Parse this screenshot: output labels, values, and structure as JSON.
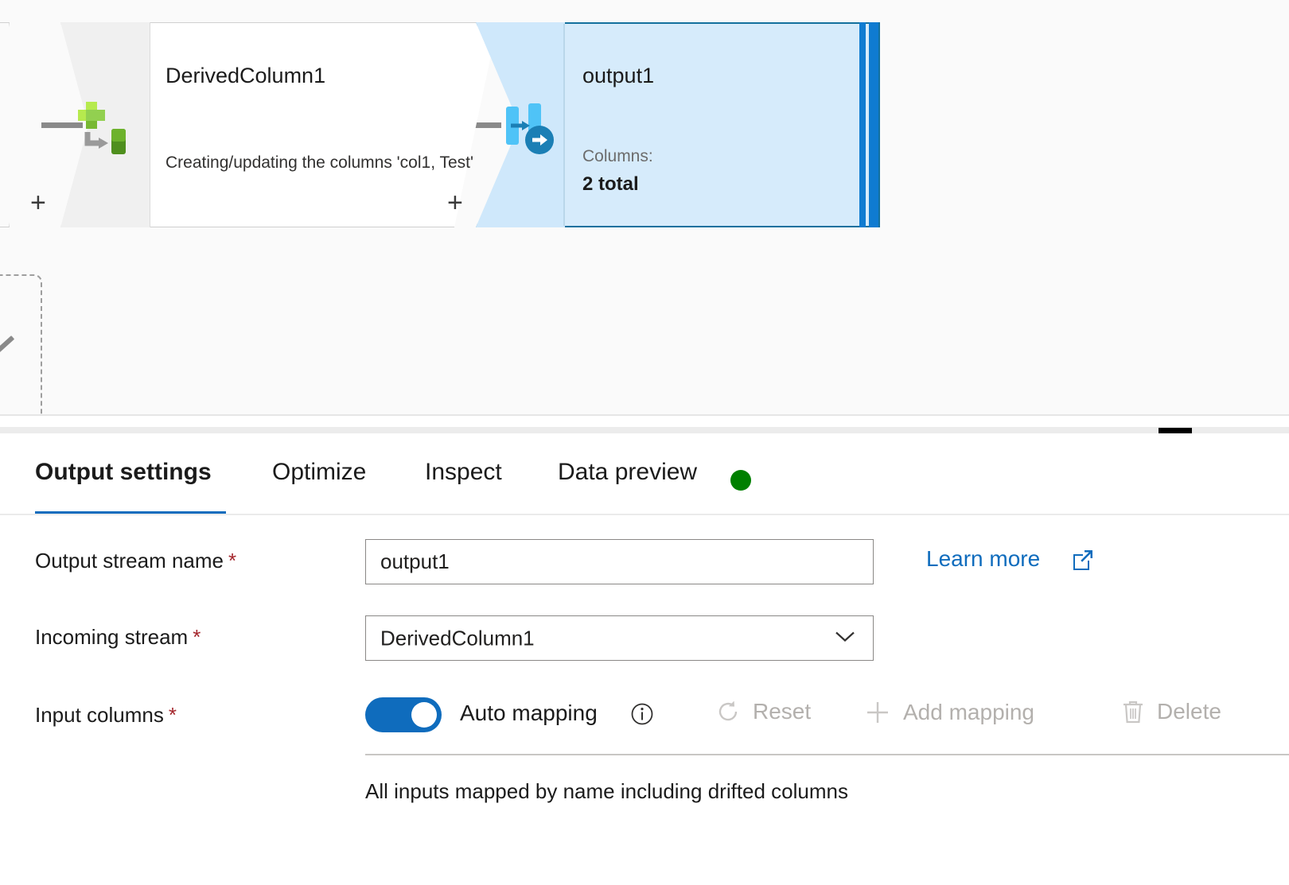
{
  "canvas": {
    "nodes": [
      {
        "id": "derived-column",
        "title": "DerivedColumn1",
        "description": "Creating/updating the columns 'col1, Test'",
        "icon": "derived-column-icon",
        "plus_label": "+"
      },
      {
        "id": "output-sink",
        "title": "output1",
        "sub_label": "Columns:",
        "sub_value": "2 total",
        "icon": "sink-output-icon",
        "plus_label": "+"
      }
    ],
    "colors": {
      "selected_node_fill": "#d6ebfb",
      "selected_node_border": "#13709e",
      "selected_node_accent": "#0f7bd1",
      "canvas_background": "#fafafa"
    }
  },
  "panel": {
    "tabs": [
      {
        "label": "Output settings",
        "active": true
      },
      {
        "label": "Optimize",
        "active": false
      },
      {
        "label": "Inspect",
        "active": false
      },
      {
        "label": "Data preview",
        "active": false,
        "status_dot": "#008000"
      }
    ],
    "accent_color": "#0f6cbd",
    "fields": {
      "output_stream_name": {
        "label": "Output stream name",
        "required_marker": "*",
        "value": "output1",
        "placeholder": "output1"
      },
      "incoming_stream": {
        "label": "Incoming stream",
        "required_marker": "*",
        "value": "DerivedColumn1",
        "options": [
          "DerivedColumn1"
        ]
      },
      "input_columns": {
        "label": "Input columns",
        "required_marker": "*"
      }
    },
    "learn_more": {
      "label": "Learn more",
      "icon": "external-link-icon"
    },
    "mapping_toolbar": {
      "auto_mapping": {
        "label": "Auto mapping",
        "enabled": true,
        "info_icon": "info-icon"
      },
      "reset": {
        "label": "Reset",
        "icon": "refresh-icon",
        "disabled": true
      },
      "add_mapping": {
        "label": "Add mapping",
        "icon": "plus-icon",
        "disabled": true
      },
      "delete": {
        "label": "Delete",
        "icon": "trash-icon",
        "disabled": true
      }
    },
    "mapping_note": "All inputs mapped by name including drifted columns"
  }
}
